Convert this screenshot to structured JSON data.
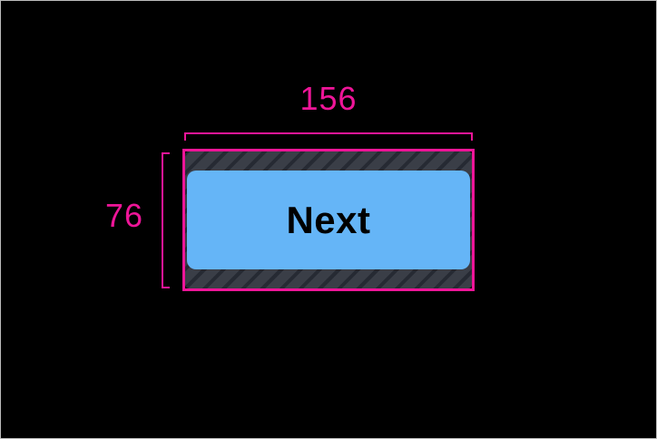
{
  "inspector": {
    "width_label": "156",
    "height_label": "76",
    "button_label": "Next"
  },
  "colors": {
    "measurement_pink": "#ee1598",
    "button_fill": "#65b5f7",
    "button_text": "#000000",
    "padding_fill": "#3a3e47",
    "padding_stripe": "#262a33",
    "background": "#000000",
    "frame_border": "#bdbdbd"
  }
}
